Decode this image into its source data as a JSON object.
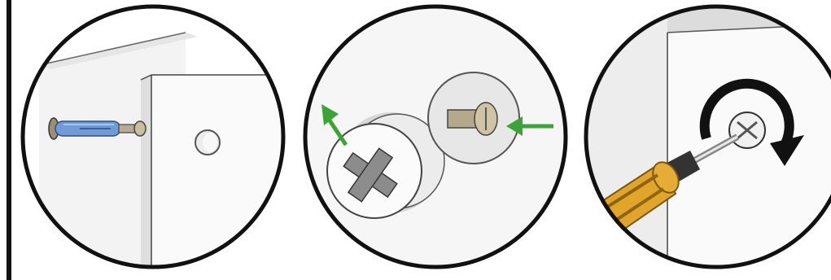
{
  "figure": {
    "panels": [
      {
        "step": "insert-dowel"
      },
      {
        "step": "align-cam-lock"
      },
      {
        "step": "tighten-screw"
      }
    ]
  },
  "colors": {
    "outline": "#111111",
    "dowel_blue": "#6f9bd8",
    "arrow_green": "#3aa535",
    "screwdriver_handle": "#e0a52a",
    "panel_white": "#f7f7f7",
    "panel_shadow": "#dcdcdc"
  },
  "icons": {
    "panel1": [
      "dowel-icon",
      "board-hole-icon"
    ],
    "panel2": [
      "cam-lock-icon",
      "screw-head-icon",
      "arrow-icon"
    ],
    "panel3": [
      "screwdriver-icon",
      "rotate-clockwise-icon"
    ]
  }
}
